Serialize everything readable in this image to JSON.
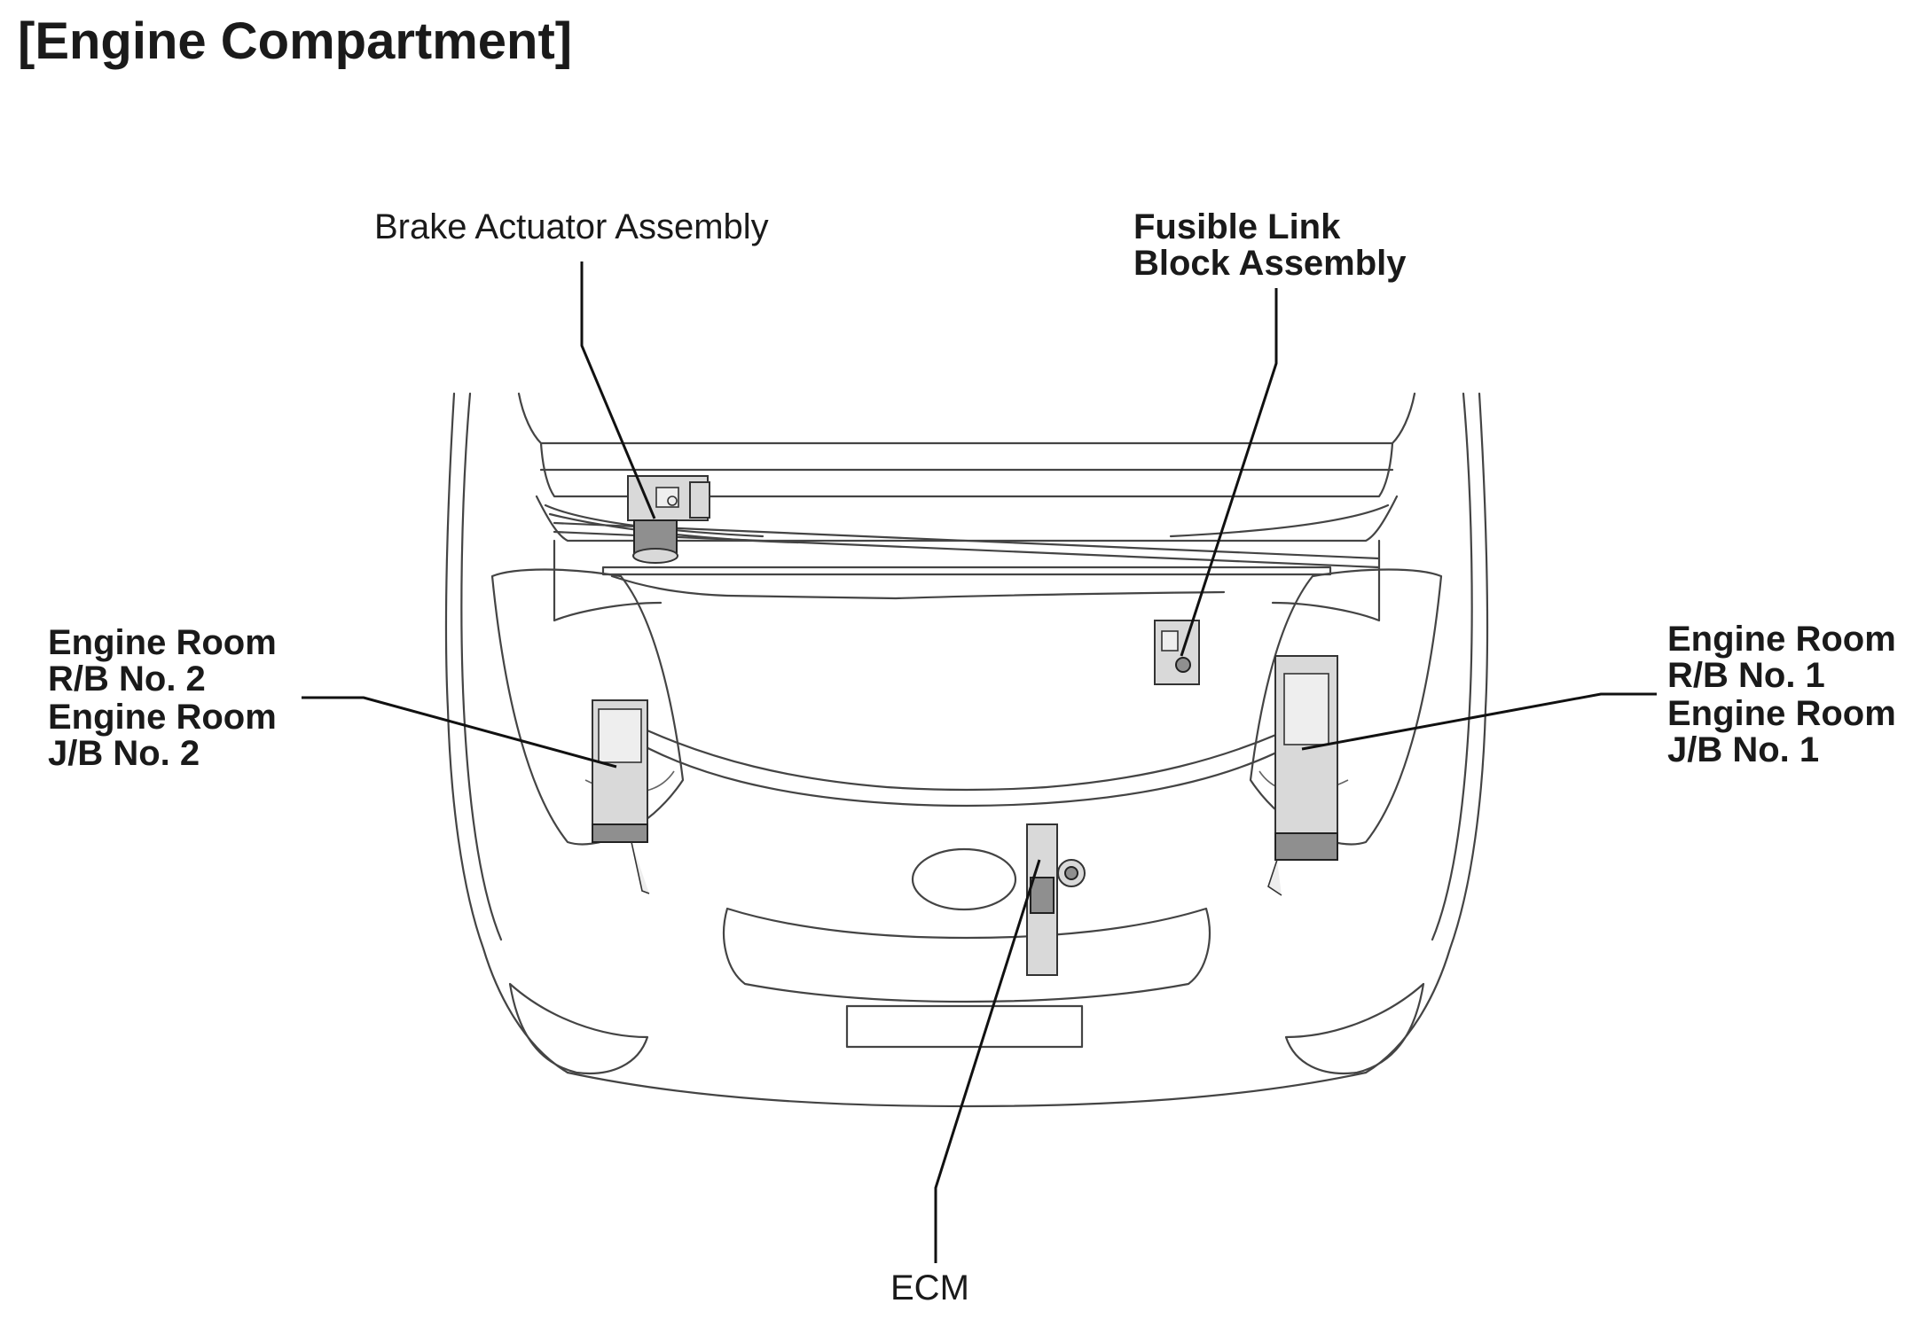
{
  "title": "[Engine Compartment]",
  "labels": {
    "brake_actuator": "Brake Actuator Assembly",
    "fusible_link_line1": "Fusible Link",
    "fusible_link_line2": "Block Assembly",
    "left_line1": "Engine Room",
    "left_line2": "R/B No. 2",
    "left_line3": "Engine Room",
    "left_line4": "J/B No. 2",
    "right_line1": "Engine Room",
    "right_line2": "R/B No. 1",
    "right_line3": "Engine Room",
    "right_line4": "J/B No. 1",
    "ecm": "ECM"
  }
}
